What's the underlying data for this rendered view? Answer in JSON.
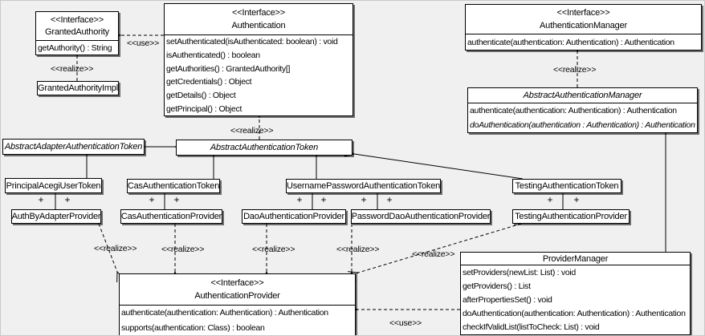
{
  "diagram": {
    "background_color": "#f0f0f0",
    "box_fill": "#ffffff",
    "line_color": "#000000",
    "shadow_color": "rgba(0,0,0,0.55)"
  },
  "stereotypes": {
    "interface": "<<Interface>>",
    "realize": "<<realize>>",
    "use": "<<use>>"
  },
  "labels": {
    "plus": "+"
  },
  "classes": {
    "granted_authority": {
      "stereotype": "<<Interface>>",
      "name": "GrantedAuthority",
      "methods": [
        "getAuthority() : String"
      ]
    },
    "granted_authority_impl": {
      "name": "GrantedAuthorityImpl"
    },
    "authentication": {
      "stereotype": "<<Interface>>",
      "name": "Authentication",
      "methods": [
        "setAuthenticated(isAuthenticated: boolean) : void",
        "isAuthenticated() : boolean",
        "getAuthorities() : GrantedAuthority[]",
        "getCredentials() : Object",
        "getDetails() : Object",
        "getPrincipal() : Object"
      ]
    },
    "authentication_manager": {
      "stereotype": "<<Interface>>",
      "name": "AuthenticationManager",
      "methods": [
        "authenticate(authentication: Authentication) : Authentication"
      ]
    },
    "abstract_authentication_manager": {
      "name": "AbstractAuthenticationManager",
      "methods": [
        "authenticate(authentication: Authentication) : Authentication",
        "doAuthentication(authentication : Authentication) : Authentication"
      ]
    },
    "abstract_adapter_authentication_token": {
      "name": "AbstractAdapterAuthenticationToken"
    },
    "abstract_authentication_token": {
      "name": "AbstractAuthenticationToken"
    },
    "principal_acegi_user_token": {
      "name": "PrincipalAcegiUserToken"
    },
    "cas_authentication_token": {
      "name": "CasAuthenticationToken"
    },
    "username_password_authentication_token": {
      "name": "UsernamePasswordAuthenticationToken"
    },
    "testing_authentication_token": {
      "name": "TestingAuthenticationToken"
    },
    "auth_by_adapter_provider": {
      "name": "AuthByAdapterProvider"
    },
    "cas_authentication_provider": {
      "name": "CasAuthenticationProvider"
    },
    "dao_authentication_provider": {
      "name": "DaoAuthenticationProvider"
    },
    "password_dao_authentication_provider": {
      "name": "PasswordDaoAuthenticationProvider"
    },
    "testing_authentication_provider": {
      "name": "TestingAuthenticationProvider"
    },
    "authentication_provider": {
      "stereotype": "<<Interface>>",
      "name": "AuthenticationProvider",
      "methods": [
        "authenticate(authentication: Authentication) : Authentication",
        "supports(authentication: Class) : boolean"
      ]
    },
    "provider_manager": {
      "name": "ProviderManager",
      "methods": [
        "setProviders(newList: List) : void",
        "getProviders() : List",
        "afterPropertiesSet() : void",
        "doAuthentication(authentication: Authentication) : Authentication",
        "checkIfValidList(listToCheck: List) : void"
      ]
    }
  }
}
